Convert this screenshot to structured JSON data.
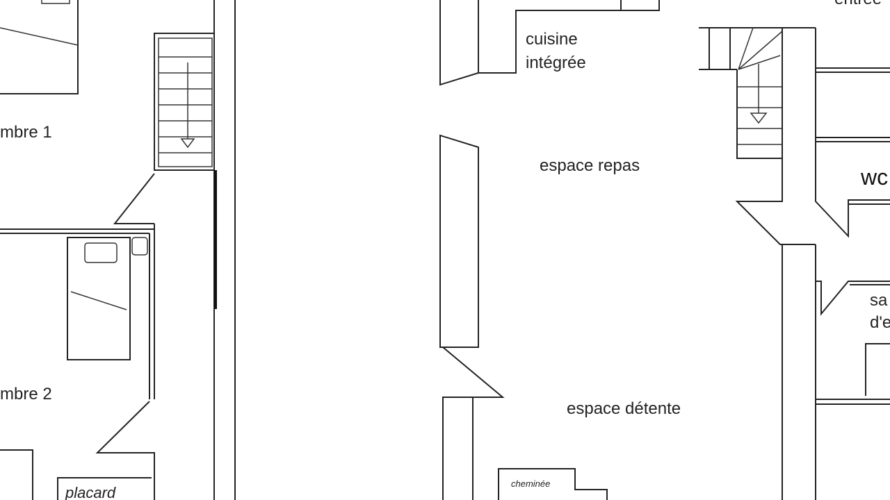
{
  "plan": {
    "rooms": {
      "bedroom1": "mbre 1",
      "bedroom2": "mbre 2",
      "closet": "placard",
      "kitchen_line1": "cuisine",
      "kitchen_line2": "intégrée",
      "dining": "espace repas",
      "lounge": "espace détente",
      "fireplace": "cheminée",
      "entrance": "entrée",
      "wc": "wc",
      "bathroom_line1": "sa",
      "bathroom_line2": "d'e"
    },
    "line_color": "#222222"
  }
}
